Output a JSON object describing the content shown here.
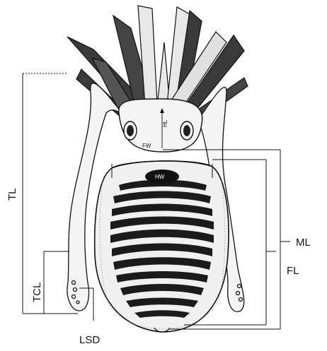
{
  "labels": {
    "tl": "TL",
    "tcl": "TCL",
    "lsd": "LSD",
    "ml": "ML",
    "fl": "FL",
    "hw": "HW",
    "fw": "FW",
    "hl": "HL"
  },
  "colors": {
    "ink": "#111111",
    "arm_dark": "#3a3a3a",
    "body_fill": "#f2f2f2",
    "band": "#1a1a1a",
    "bg": "#ffffff"
  }
}
